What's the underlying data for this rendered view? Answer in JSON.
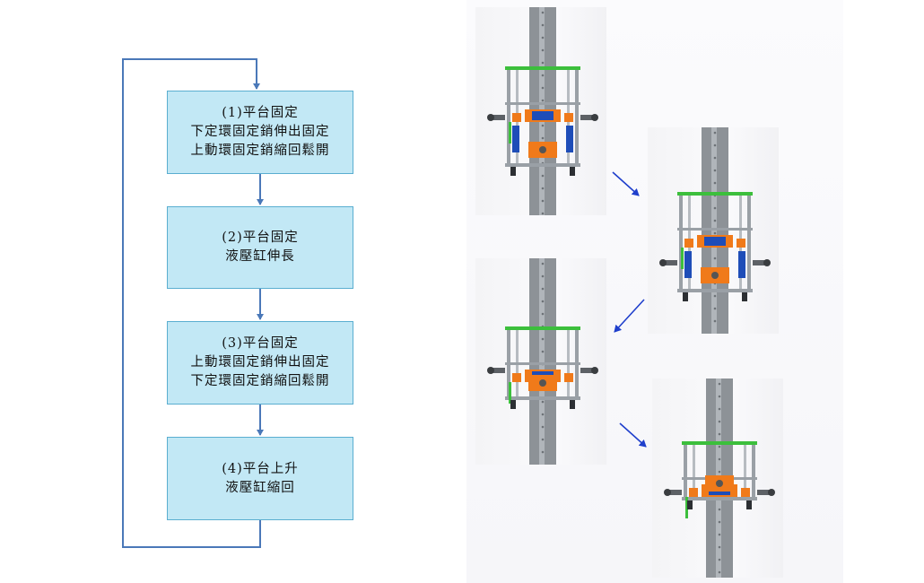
{
  "flowchart": {
    "steps": [
      {
        "lines": [
          "(1)平台固定",
          "下定環固定銷伸出固定",
          "上動環固定銷縮回鬆開"
        ]
      },
      {
        "lines": [
          "(2)平台固定",
          "液壓缸伸長"
        ]
      },
      {
        "lines": [
          "(3)平台固定",
          "上動環固定銷伸出固定",
          "下定環固定銷縮回鬆開"
        ]
      },
      {
        "lines": [
          "(4)平台上升",
          "液壓缸縮回"
        ]
      }
    ],
    "box_color": "#c2e8f5",
    "line_color": "#4a78b8"
  },
  "renders": {
    "count": 4,
    "arrow_color": "#1f3fcc",
    "pole_color": "#8d9297",
    "frame_color": "#9aa0a6",
    "accent_orange": "#f07a1a",
    "accent_blue": "#1e4db8",
    "accent_green": "#3cbf3c"
  }
}
